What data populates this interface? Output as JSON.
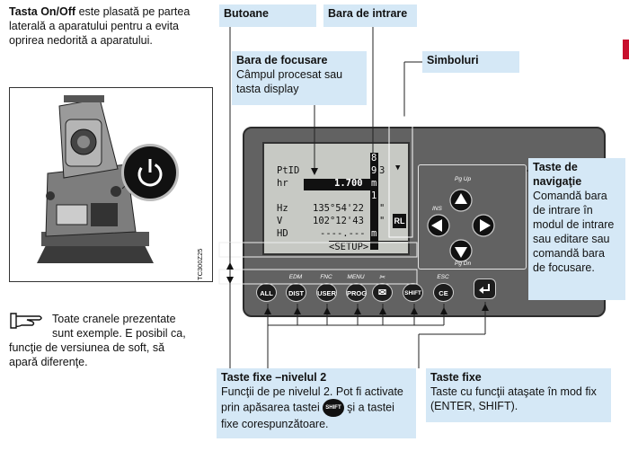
{
  "left_text": {
    "intro_bold": "Tasta On/Off",
    "intro_rest_1": " este plasată pe partea",
    "intro_line_2": "laterală a aparatului pentru a evita",
    "intro_line_3": "oprirea nedorită a aparatului.",
    "device_code": "TC300Z25",
    "note_line_1": "Toate cranele prezentate",
    "note_line_2": "sunt exemple. E posibil ca,",
    "note_line_3": "funcţie de versiunea de soft, să",
    "note_line_4": "apară diferenţe."
  },
  "callouts": {
    "butoane": "Butoane",
    "bara_intrare": "Bara de intrare",
    "simboluri": "Simboluri",
    "bara_focusare_title": "Bara de focusare",
    "bara_focusare_line1": "Câmpul procesat sau",
    "bara_focusare_line2": "tasta display",
    "nav_title_1": "Taste de",
    "nav_title_2": "navigaţie",
    "nav_line_1": "Comandă  bara",
    "nav_line_2": "de intrare în",
    "nav_line_3": "modul de intrare",
    "nav_line_4": "sau editare sau",
    "nav_line_5": "comandă bara",
    "nav_line_6": "de focusare.",
    "fixe2_title": "Taste fixe –nivelul 2",
    "fixe2_line1": "Funcţii de pe nivelul 2. Pot fi activate",
    "fixe2_line2a": "prin apăsarea tastei",
    "fixe2_shift_icon": "SHIFT",
    "fixe2_line2b": "şi a tastei",
    "fixe2_line3": "fixe corespunzătoare.",
    "fixe_title": "Taste fixe",
    "fixe_line1": "Taste cu funcţii ataşate în mod fix",
    "fixe_line2": "(ENTER, SHIFT)."
  },
  "screen": {
    "row1_right": "8",
    "row2_label": "PtID",
    "row2_right": "9",
    "row2_extra": "3",
    "row3_label": "hr",
    "row3_value": "1.700",
    "row3_unit": "m",
    "row4_right": "1",
    "row5_label": "Hz",
    "row5_value": "135°54'22",
    "row5_unit": "\"",
    "row6_label": "V",
    "row6_value": "102°12'43",
    "row6_unit": "\"",
    "row7_label": "HD",
    "row7_value": "----.---",
    "row7_unit": "m",
    "softkey": "<SETUP>",
    "rl_label": "RL",
    "arrow": "▼"
  },
  "keys": [
    {
      "label": "ALL",
      "top": ""
    },
    {
      "label": "DIST",
      "top": "EDM"
    },
    {
      "label": "USER",
      "top": "FNC"
    },
    {
      "label": "PROG",
      "top": "MENU"
    },
    {
      "label": "✉",
      "top": "✂"
    },
    {
      "label": "SHIFT",
      "top": ""
    },
    {
      "label": "CE",
      "top": "ESC"
    }
  ],
  "nav_labels": {
    "pgup": "Pg Up",
    "pgdn": "Pg Dn",
    "ins": "INS"
  },
  "colors": {
    "callout_bg": "#d5e8f6",
    "device_body": "#626262",
    "screen_bg": "#c7c9c4"
  }
}
